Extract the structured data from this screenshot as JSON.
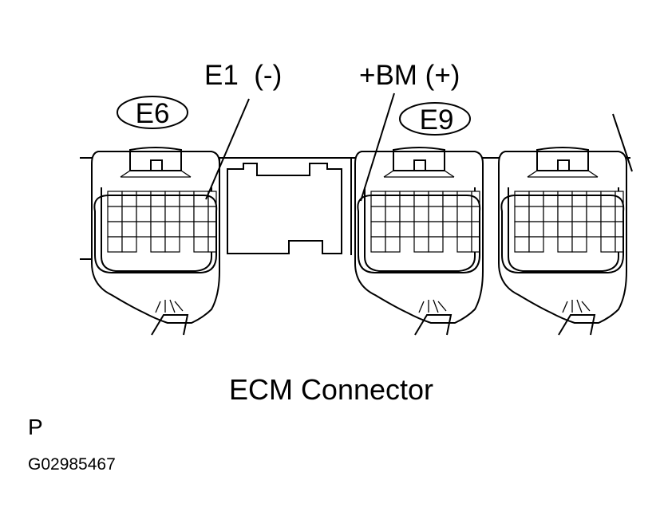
{
  "labels": {
    "e1": "E1  (-)",
    "bm": "+BM (+)",
    "e6": "E6",
    "e9": "E9"
  },
  "caption": "ECM Connector",
  "corner_letter": "P",
  "figure_code": "G02985467"
}
